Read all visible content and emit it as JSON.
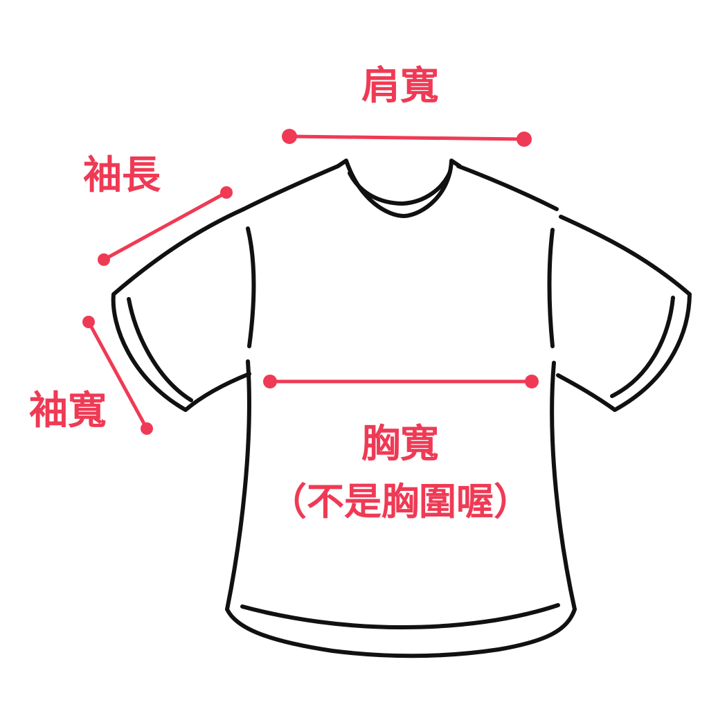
{
  "labels": {
    "shoulder_width": "肩寬",
    "sleeve_length": "袖長",
    "sleeve_width": "袖寬",
    "chest_width": "胸寬",
    "chest_note": "（不是胸圍喔）"
  },
  "colors": {
    "accent": "#EF3A55",
    "outline": "#111111",
    "background": "#ffffff"
  }
}
